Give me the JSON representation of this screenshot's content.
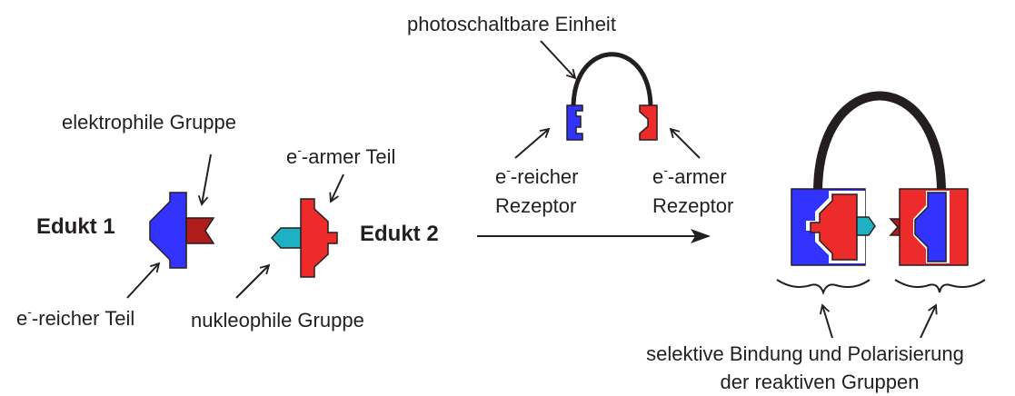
{
  "labels": {
    "edukt1": "Edukt 1",
    "edukt2": "Edukt 2",
    "elektrophile": "elektrophile Gruppe",
    "e_armer_teil_e": "e",
    "e_armer_teil_sup": "-",
    "e_armer_teil_rest": "-armer Teil",
    "e_reicher_teil_e": "e",
    "e_reicher_teil_sup": "-",
    "e_reicher_teil_rest": "-reicher Teil",
    "nukleophile": "nukleophile Gruppe",
    "photoschaltbare": "photoschaltbare Einheit",
    "reicher_rez_line1_e": "e",
    "reicher_rez_line1_sup": "-",
    "reicher_rez_line1_rest": "-reicher",
    "reicher_rez_line2": "Rezeptor",
    "armer_rez_line1_e": "e",
    "armer_rez_line1_sup": "-",
    "armer_rez_line1_rest": "-armer",
    "armer_rez_line2": "Rezeptor",
    "selektive_line1": "selektive Bindung und Polarisierung",
    "selektive_line2": "der reaktiven Gruppen"
  },
  "colors": {
    "blue": "#3333ff",
    "red": "#ee2b2b",
    "darkred": "#b01c1c",
    "cyan": "#1fb0c4",
    "ink": "#231f20"
  }
}
